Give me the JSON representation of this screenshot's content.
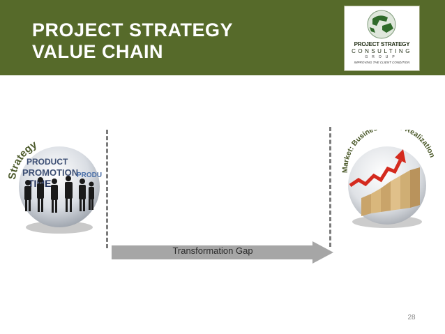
{
  "slide": {
    "title_line1": "PROJECT STRATEGY",
    "title_line2": "VALUE CHAIN",
    "page_number": "28"
  },
  "logo": {
    "name": "PROJECT STRATEGY",
    "consulting": "CONSULTING",
    "group": "GROUP",
    "tagline": "IMPROVING THE CLIENT CONDITION"
  },
  "left_sphere": {
    "arc_label": "Strategy",
    "words": [
      "PRODUCT",
      "PROMOTION",
      "TIME",
      "PRODU"
    ]
  },
  "right_sphere": {
    "arc_label": "Market: Business Value Realization"
  },
  "arrow": {
    "label": "Transformation Gap"
  },
  "colors": {
    "header": "#566a2a",
    "arrow": "#a6a6a6",
    "chart_red": "#d42a1e"
  }
}
